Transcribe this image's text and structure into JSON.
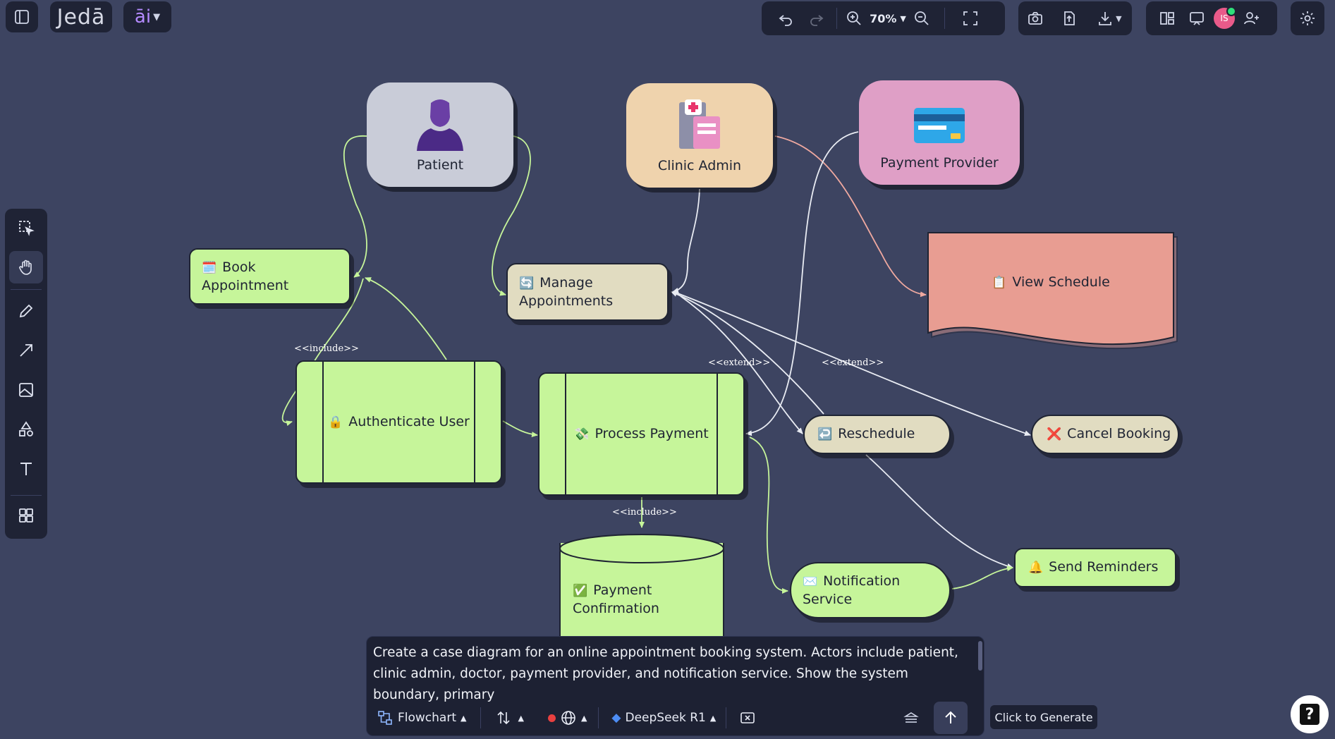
{
  "app": {
    "logo": "Jedā",
    "ai_label": "āi"
  },
  "toolbar": {
    "zoom": "70%"
  },
  "user": {
    "initials": "IS"
  },
  "diagram": {
    "actors": {
      "patient": "Patient",
      "clinic_admin": "Clinic Admin",
      "payment_provider": "Payment Provider"
    },
    "use_cases": {
      "book_appointment": {
        "emoji": "🗓️",
        "label": "Book Appointment"
      },
      "manage_appointments": {
        "emoji": "🔄",
        "label": "Manage Appointments"
      },
      "view_schedule": {
        "emoji": "📋",
        "label": "View Schedule"
      },
      "authenticate_user": {
        "emoji": "🔒",
        "label": "Authenticate User"
      },
      "process_payment": {
        "emoji": "💸",
        "label": "Process Payment"
      },
      "reschedule": {
        "emoji": "↩️",
        "label": "Reschedule"
      },
      "cancel_booking": {
        "emoji": "❌",
        "label": "Cancel Booking"
      },
      "payment_confirmation": {
        "emoji": "✅",
        "label": "Payment Confirmation"
      },
      "notification_service": {
        "emoji": "✉️",
        "label": "Notification Service"
      },
      "send_reminders": {
        "emoji": "🔔",
        "label": "Send Reminders"
      }
    },
    "stereotypes": {
      "include": "<<include>>",
      "extend": "<<extend>>"
    }
  },
  "prompt": {
    "text": "Create a case diagram for an online appointment booking system. Actors include patient, clinic admin, doctor, payment provider, and notification service. Show the system boundary, primary",
    "diagram_type": "Flowchart",
    "model": "DeepSeek R1",
    "generate_tooltip": "Click to Generate"
  },
  "help": {
    "label": "?"
  },
  "colors": {
    "canvas": "#3d4461",
    "toolbar": "#1f2335",
    "use_case_green": "#c6f59a",
    "use_case_beige": "#e1dcc1",
    "actor_patient": "#c9ccd8",
    "actor_admin": "#efd3ad",
    "actor_payment": "#df9fc6",
    "view_schedule": "#e89d92",
    "accent_record": "#e94040",
    "avatar": "#e95a8a"
  }
}
